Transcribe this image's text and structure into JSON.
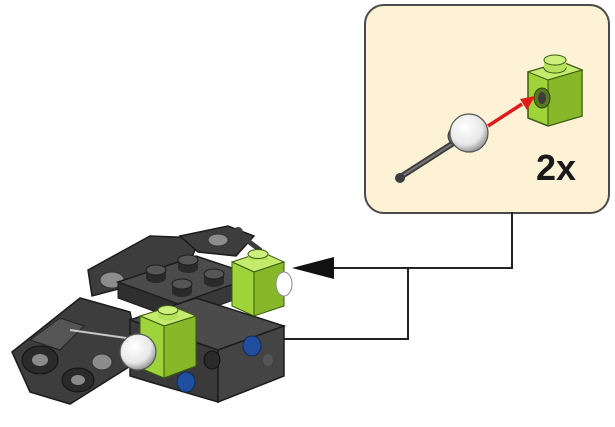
{
  "callout": {
    "quantity": "2x",
    "background": "#fdf1d6",
    "border": "#4a4a4a"
  },
  "colors": {
    "lime_brick": "#9fd33a",
    "dark_brick": "#3d3d3d",
    "light_gray": "#8c8c8c",
    "blue_pin": "#1f4f9e",
    "red_arrow": "#e01b1b",
    "guide_line": "#222222"
  },
  "parts": {
    "new_part": "ball-joint-pin",
    "target_part": "lime-brick-with-hole"
  }
}
